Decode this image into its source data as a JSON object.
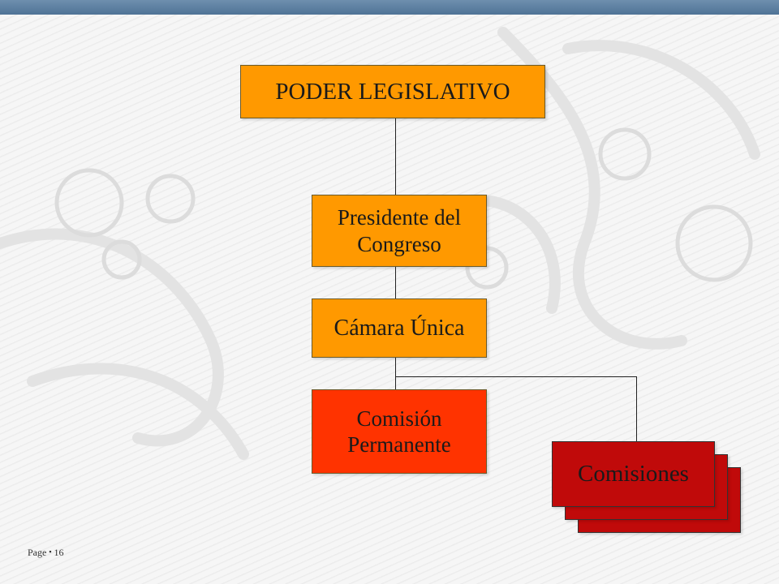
{
  "nodes": {
    "poder": "PODER LEGISLATIVO",
    "presidente": "Presidente del\nCongreso",
    "camara": "Cámara Única",
    "comision": "Comisión\nPermanente",
    "comisiones": "Comisiones"
  },
  "footer": {
    "page_label": "Page",
    "bullet": "▪",
    "page_number": "16"
  },
  "colors": {
    "orange": "#ff9900",
    "red": "#ff3300",
    "dark_red": "#c00a0a"
  }
}
